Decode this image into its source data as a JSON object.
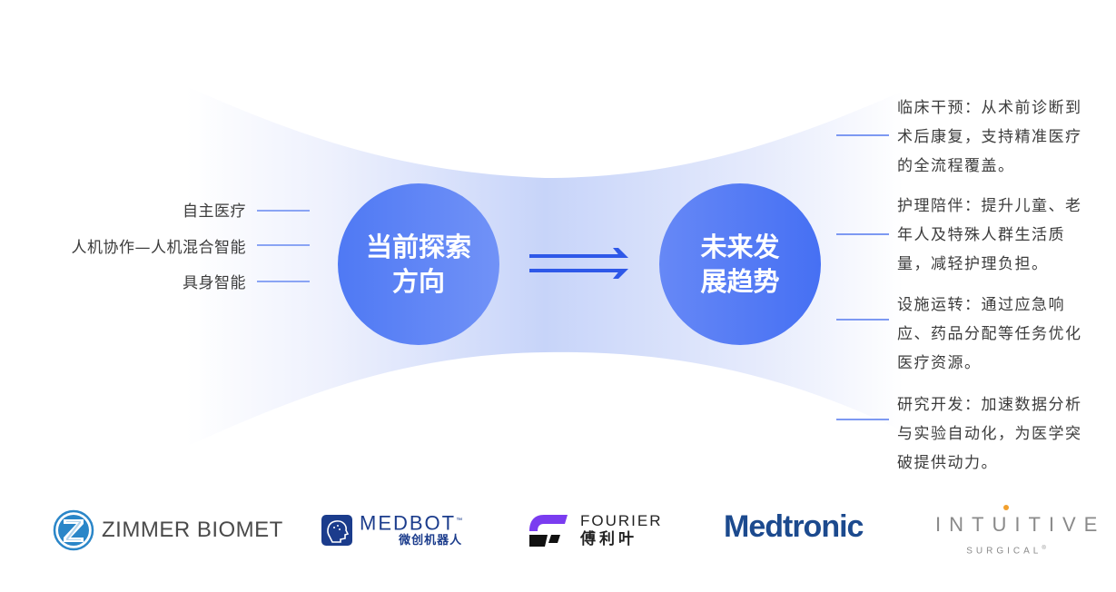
{
  "left_panel": {
    "items": [
      {
        "label": "自主医疗"
      },
      {
        "label": "人机协作—人机混合智能"
      },
      {
        "label": "具身智能"
      }
    ]
  },
  "center": {
    "current_circle": {
      "line1": "当前探索",
      "line2": "方向"
    },
    "future_circle": {
      "line1": "未来发",
      "line2": "展趋势"
    },
    "arrow_icon": "double-arrow-right-icon"
  },
  "right_panel": {
    "items": [
      {
        "lines": [
          "临床干预：从术前诊断到",
          "术后康复，支持精准医疗",
          "的全流程覆盖。"
        ]
      },
      {
        "lines": [
          "护理陪伴：提升儿童、老",
          "年人及特殊人群生活质",
          "量，减轻护理负担。"
        ]
      },
      {
        "lines": [
          "设施运转：通过应急响",
          "应、药品分配等任务优化",
          "医疗资源。"
        ]
      },
      {
        "lines": [
          "研究开发：加速数据分析",
          "与实验自动化，为医学突",
          "破提供动力。"
        ]
      }
    ]
  },
  "logos": {
    "zimmer": {
      "name": "ZIMMER BIOMET",
      "icon": "zimmer-z-icon"
    },
    "medbot": {
      "name": "MEDBOT",
      "tm": "™",
      "cn": "微创机器人",
      "icon": "medbot-head-icon"
    },
    "fourier": {
      "name": "FOURIER",
      "cn": "傅利叶",
      "icon": "fourier-f-icon"
    },
    "medtronic": {
      "name": "Medtronic"
    },
    "intuitive": {
      "name": "INTUITIVE",
      "sub": "SURGICAL",
      "reg": "®"
    }
  },
  "colors": {
    "accent_blue": "#4f79f4",
    "line_blue": "#8aa4f4",
    "arrow_blue": "#2e58e8",
    "text": "#3c3c3c"
  }
}
